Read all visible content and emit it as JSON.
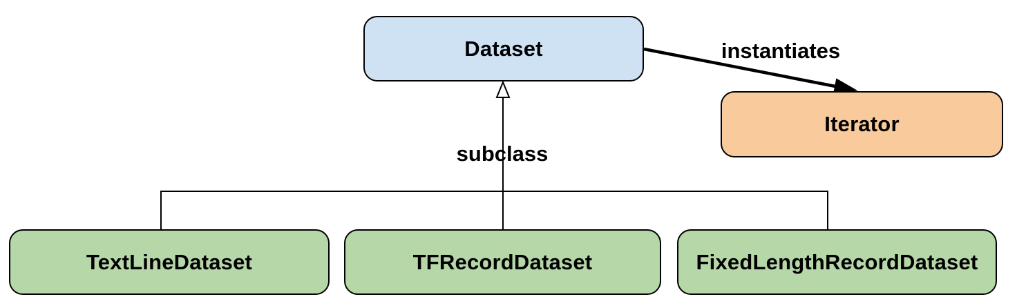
{
  "diagram": {
    "background": "#ffffff",
    "stroke_color": "#000000",
    "text_color": "#000000",
    "nodes": [
      {
        "id": "dataset",
        "label": "Dataset",
        "fill": "#cfe2f3"
      },
      {
        "id": "iterator",
        "label": "Iterator",
        "fill": "#f9cb9c"
      },
      {
        "id": "textline-dataset",
        "label": "TextLineDataset",
        "fill": "#b6d7a8"
      },
      {
        "id": "tfrecord-dataset",
        "label": "TFRecordDataset",
        "fill": "#b6d7a8"
      },
      {
        "id": "fixedlength-record-dataset",
        "label": "FixedLengthRecordDataset",
        "fill": "#b6d7a8"
      }
    ],
    "edges": [
      {
        "id": "instantiates",
        "label": "instantiates",
        "from": "Dataset",
        "to": "Iterator",
        "type": "solid-arrow"
      },
      {
        "id": "subclass",
        "label": "subclass",
        "from": "TextLineDataset, TFRecordDataset, FixedLengthRecordDataset",
        "to": "Dataset",
        "type": "hollow-triangle-inheritance"
      }
    ]
  }
}
